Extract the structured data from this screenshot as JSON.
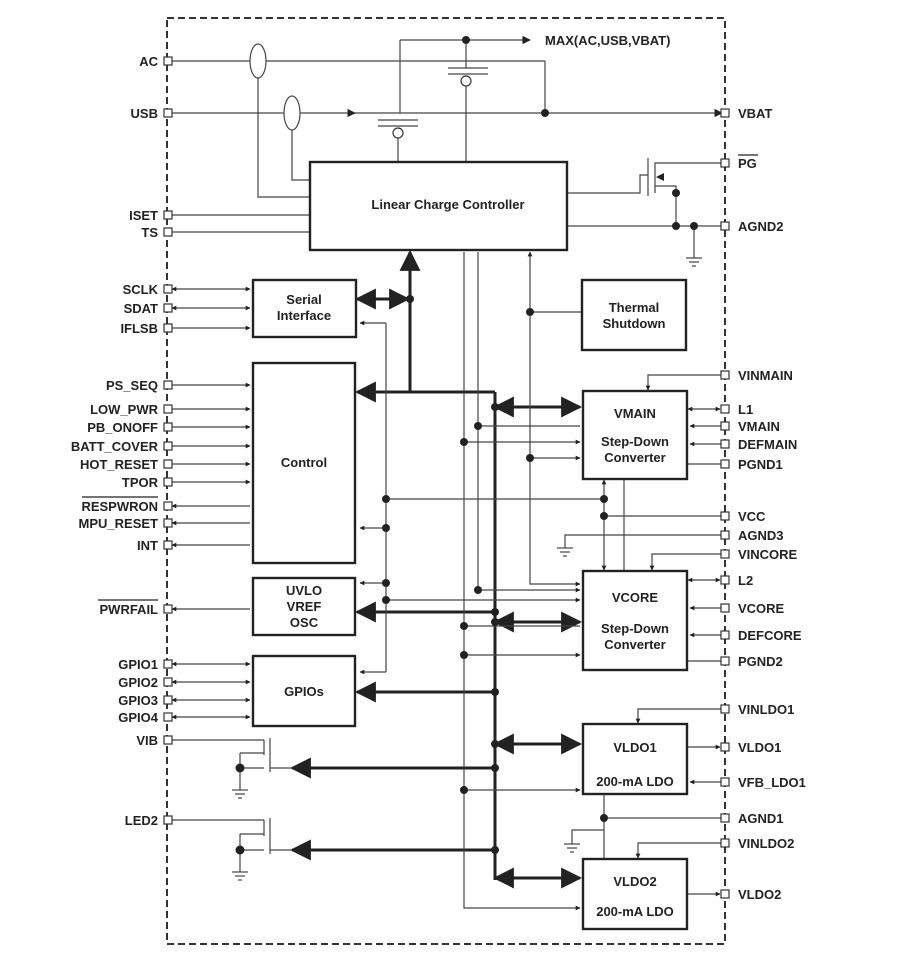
{
  "pins_left": {
    "ac": "AC",
    "usb": "USB",
    "iset": "ISET",
    "ts": "TS",
    "sclk": "SCLK",
    "sdat": "SDAT",
    "iflsb": "IFLSB",
    "ps_seq": "PS_SEQ",
    "low_pwr": "LOW_PWR",
    "pb_onoff": "PB_ONOFF",
    "batt_cover": "BATT_COVER",
    "hot_reset": "HOT_RESET",
    "tpor": "TPOR",
    "respwron": "RESPWRON",
    "mpu_reset": "MPU_RESET",
    "int": "INT",
    "pwrfail": "PWRFAIL",
    "gpio1": "GPIO1",
    "gpio2": "GPIO2",
    "gpio3": "GPIO3",
    "gpio4": "GPIO4",
    "vib": "VIB",
    "led2": "LED2"
  },
  "pins_right": {
    "max": "MAX(AC,USB,VBAT)",
    "vbat": "VBAT",
    "pg": "PG",
    "agnd2": "AGND2",
    "vinmain": "VINMAIN",
    "l1": "L1",
    "vmain": "VMAIN",
    "defmain": "DEFMAIN",
    "pgnd1": "PGND1",
    "vcc": "VCC",
    "agnd3": "AGND3",
    "vincore": "VINCORE",
    "l2": "L2",
    "vcore": "VCORE",
    "defcore": "DEFCORE",
    "pgnd2": "PGND2",
    "vinldo1": "VINLDO1",
    "vldo1": "VLDO1",
    "vfb_ldo1": "VFB_LDO1",
    "agnd1": "AGND1",
    "vinldo2": "VINLDO2",
    "vldo2": "VLDO2"
  },
  "blocks": {
    "charger": "Linear Charge Controller",
    "serial_1": "Serial",
    "serial_2": "Interface",
    "thermal_1": "Thermal",
    "thermal_2": "Shutdown",
    "control": "Control",
    "uvlo_1": "UVLO",
    "uvlo_2": "VREF",
    "uvlo_3": "OSC",
    "gpios": "GPIOs",
    "vmain_1": "VMAIN",
    "vmain_2": "Step-Down",
    "vmain_3": "Converter",
    "vcore_1": "VCORE",
    "vcore_2": "Step-Down",
    "vcore_3": "Converter",
    "vldo1_1": "VLDO1",
    "vldo1_2": "200-mA LDO",
    "vldo2_1": "VLDO2",
    "vldo2_2": "200-mA LDO"
  }
}
